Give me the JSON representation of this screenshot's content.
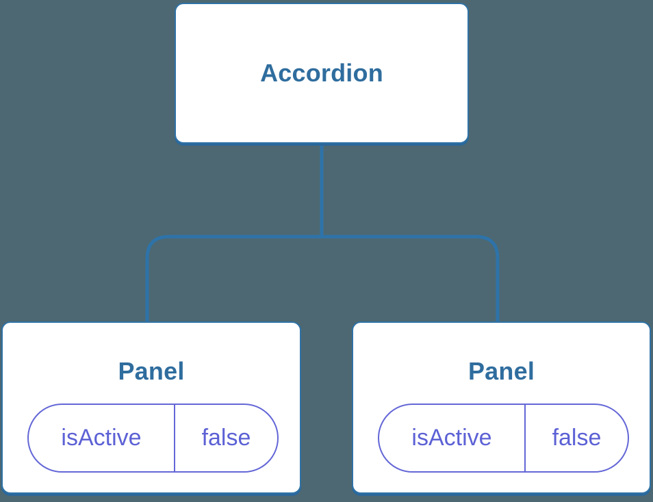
{
  "diagram_title": "component-state-tree",
  "colors": {
    "background": "#4D6872",
    "node_fill": "#FFFFFF",
    "node_border_blue": "#2F72A6",
    "node_shadow_blue": "#2A679B",
    "connector_blue": "#2E73A9",
    "node_label_blue": "#2F6D9E",
    "state_text_purple": "#5C61D5",
    "state_border_purple": "#6366D6"
  },
  "tree": {
    "root": {
      "label": "Accordion"
    },
    "children": [
      {
        "label": "Panel",
        "state": {
          "key": "isActive",
          "value": "false"
        }
      },
      {
        "label": "Panel",
        "state": {
          "key": "isActive",
          "value": "false"
        }
      }
    ]
  }
}
